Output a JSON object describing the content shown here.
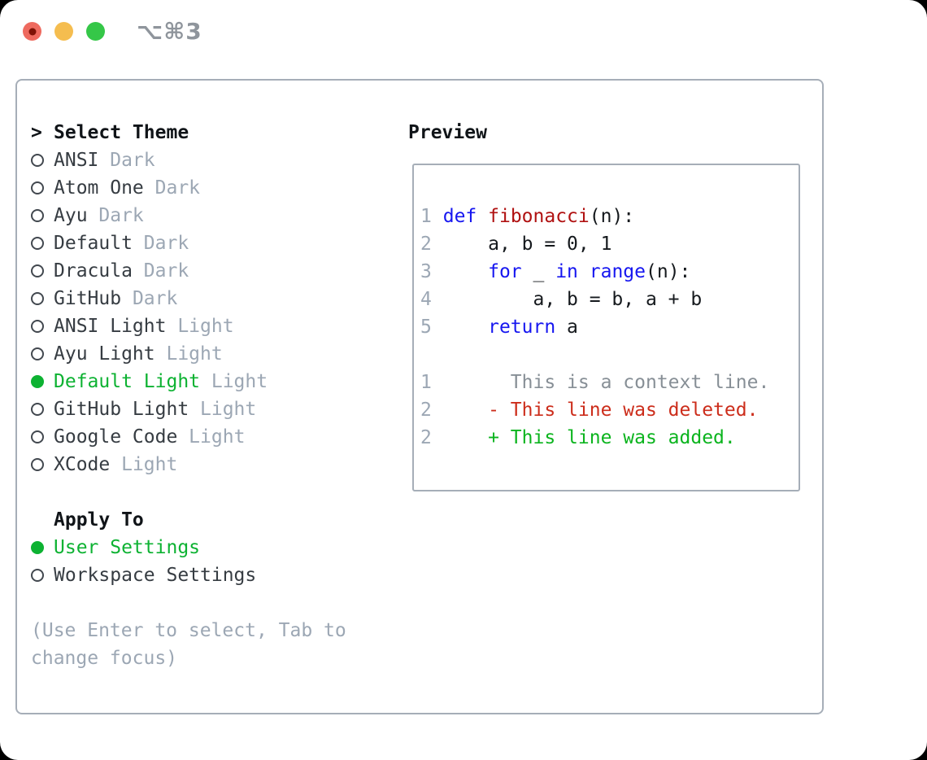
{
  "window": {
    "shortcut_label": "⌥⌘3"
  },
  "colors": {
    "selection_green": "#0db232",
    "keyword_blue": "#1616f0",
    "function_red": "#b01111",
    "deleted_red": "#cc2d1b",
    "added_green": "#0bb41e",
    "muted_gray": "#9ca7b4",
    "panel_border": "#a6aeb8",
    "traffic_red": "#ee6a5f",
    "traffic_yellow": "#f5bd4f",
    "traffic_green": "#35c748"
  },
  "theme_selector": {
    "header_prefix": ">",
    "header": "Select Theme",
    "items": [
      {
        "name": "ANSI",
        "variant": "Dark",
        "selected": false
      },
      {
        "name": "Atom One",
        "variant": "Dark",
        "selected": false
      },
      {
        "name": "Ayu",
        "variant": "Dark",
        "selected": false
      },
      {
        "name": "Default",
        "variant": "Dark",
        "selected": false
      },
      {
        "name": "Dracula",
        "variant": "Dark",
        "selected": false
      },
      {
        "name": "GitHub",
        "variant": "Dark",
        "selected": false
      },
      {
        "name": "ANSI Light",
        "variant": "Light",
        "selected": false
      },
      {
        "name": "Ayu Light",
        "variant": "Light",
        "selected": false
      },
      {
        "name": "Default Light",
        "variant": "Light",
        "selected": true
      },
      {
        "name": "GitHub Light",
        "variant": "Light",
        "selected": false
      },
      {
        "name": "Google Code",
        "variant": "Light",
        "selected": false
      },
      {
        "name": "XCode",
        "variant": "Light",
        "selected": false
      }
    ]
  },
  "apply_to": {
    "header": "Apply To",
    "items": [
      {
        "name": "User Settings",
        "selected": true
      },
      {
        "name": "Workspace Settings",
        "selected": false
      }
    ]
  },
  "hint": {
    "line1": "(Use Enter to select, Tab to",
    "line2": "change focus)"
  },
  "preview": {
    "title": "Preview",
    "lines": [
      {
        "num": "1",
        "tokens": [
          {
            "t": "def",
            "c": "kw"
          },
          {
            "t": " ",
            "c": "pl"
          },
          {
            "t": "fibonacci",
            "c": "fn"
          },
          {
            "t": "(n):",
            "c": "pl"
          }
        ]
      },
      {
        "num": "2",
        "tokens": [
          {
            "t": "    a, b = 0, 1",
            "c": "pl"
          }
        ]
      },
      {
        "num": "3",
        "tokens": [
          {
            "t": "    ",
            "c": "pl"
          },
          {
            "t": "for",
            "c": "kw"
          },
          {
            "t": " _ ",
            "c": "pl"
          },
          {
            "t": "in",
            "c": "kw"
          },
          {
            "t": " ",
            "c": "pl"
          },
          {
            "t": "range",
            "c": "kw"
          },
          {
            "t": "(n):",
            "c": "pl"
          }
        ]
      },
      {
        "num": "4",
        "tokens": [
          {
            "t": "        a, b = b, a + b",
            "c": "pl"
          }
        ]
      },
      {
        "num": "5",
        "tokens": [
          {
            "t": "    ",
            "c": "pl"
          },
          {
            "t": "return",
            "c": "kw"
          },
          {
            "t": " a",
            "c": "pl"
          }
        ]
      },
      {
        "num": "",
        "tokens": []
      },
      {
        "num": "1",
        "tokens": [
          {
            "t": "      This is a context line.",
            "c": "ctx"
          }
        ]
      },
      {
        "num": "2",
        "tokens": [
          {
            "t": "    - This line was deleted.",
            "c": "del"
          }
        ]
      },
      {
        "num": "2",
        "tokens": [
          {
            "t": "    + This line was added.",
            "c": "add"
          }
        ]
      }
    ]
  }
}
